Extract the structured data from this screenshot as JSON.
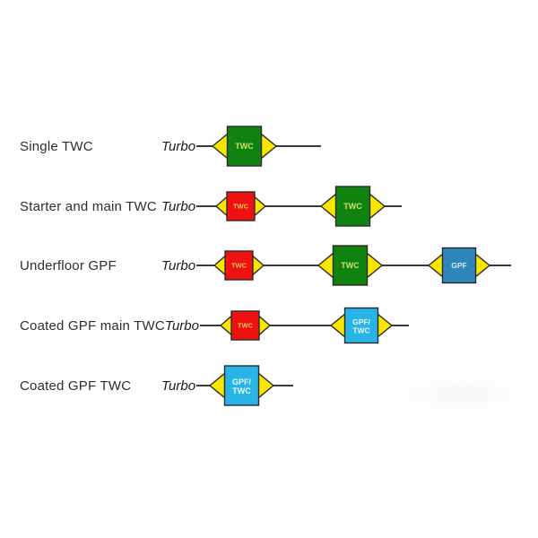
{
  "colors": {
    "housing_yellow": "#f7e600",
    "outline": "#2b2b2b",
    "pipe": "#3a3a3a",
    "label_text": "#2e2e2e"
  },
  "box_colors": {
    "green": "#0f820f",
    "red": "#ee1111",
    "steel_blue": "#2e86bb",
    "cyan": "#29b4e8"
  },
  "box_text_colors": {
    "green": "#d3e06e",
    "red": "#f2cc4e",
    "steel_blue": "#d9e8f1",
    "cyan": "#e8f6fc"
  },
  "rows": [
    {
      "label": "Single TWC",
      "turbo": "Turbo",
      "items": [
        {
          "kind": "pipe",
          "length": 18
        },
        {
          "kind": "cat",
          "size": "large",
          "color": "green",
          "text": [
            "TWC"
          ]
        },
        {
          "kind": "pipe",
          "length": 50
        }
      ]
    },
    {
      "label": "Starter and main TWC",
      "turbo": "Turbo",
      "items": [
        {
          "kind": "pipe",
          "length": 22
        },
        {
          "kind": "cat",
          "size": "small",
          "color": "red",
          "text": [
            "TWC"
          ]
        },
        {
          "kind": "pipe",
          "length": 62
        },
        {
          "kind": "cat",
          "size": "large",
          "color": "green",
          "text": [
            "TWC"
          ]
        },
        {
          "kind": "pipe",
          "length": 19
        }
      ]
    },
    {
      "label": "Underfloor GPF",
      "turbo": "Turbo",
      "items": [
        {
          "kind": "pipe",
          "length": 20
        },
        {
          "kind": "cat",
          "size": "small",
          "color": "red",
          "text": [
            "TWC"
          ]
        },
        {
          "kind": "pipe",
          "length": 61
        },
        {
          "kind": "cat",
          "size": "large",
          "color": "green",
          "text": [
            "TWC"
          ]
        },
        {
          "kind": "pipe",
          "length": 52
        },
        {
          "kind": "cat",
          "size": "medium",
          "color": "steel_blue",
          "text": [
            "GPF"
          ]
        },
        {
          "kind": "pipe",
          "length": 24
        }
      ]
    },
    {
      "label": "Coated GPF main TWC",
      "turbo": "Turbo",
      "items": [
        {
          "kind": "pipe",
          "length": 23
        },
        {
          "kind": "cat",
          "size": "small",
          "color": "red",
          "text": [
            "TWC"
          ]
        },
        {
          "kind": "pipe",
          "length": 68
        },
        {
          "kind": "cat",
          "size": "medium",
          "color": "cyan",
          "text": [
            "GPF/",
            "TWC"
          ]
        },
        {
          "kind": "pipe",
          "length": 19
        }
      ]
    },
    {
      "label": "Coated GPF TWC",
      "turbo": "Turbo",
      "items": [
        {
          "kind": "pipe",
          "length": 15
        },
        {
          "kind": "cat",
          "size": "large",
          "color": "cyan",
          "text": [
            "GPF/",
            "TWC"
          ]
        },
        {
          "kind": "pipe",
          "length": 22
        }
      ]
    }
  ]
}
